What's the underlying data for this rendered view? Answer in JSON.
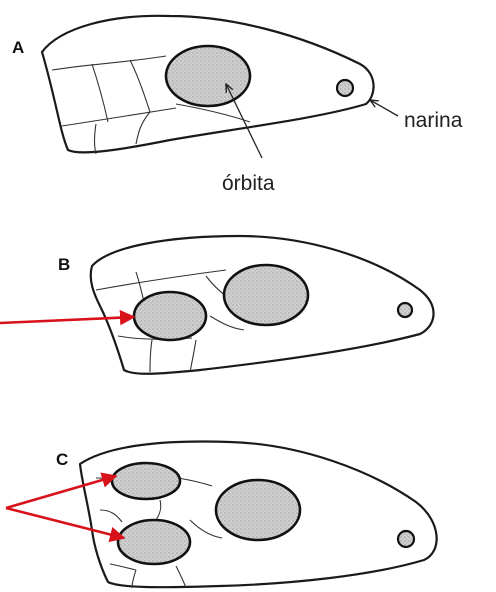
{
  "panels": [
    {
      "label": "A",
      "openings": 0
    },
    {
      "label": "B",
      "openings": 1
    },
    {
      "label": "C",
      "openings": 2
    }
  ],
  "annotations": {
    "orbit": "órbita",
    "nostril": "narina"
  },
  "colors": {
    "outline": "#1a1a1a",
    "fenestra_fill": "#c8c8c8",
    "highlight_arrow": "#d8121b"
  }
}
